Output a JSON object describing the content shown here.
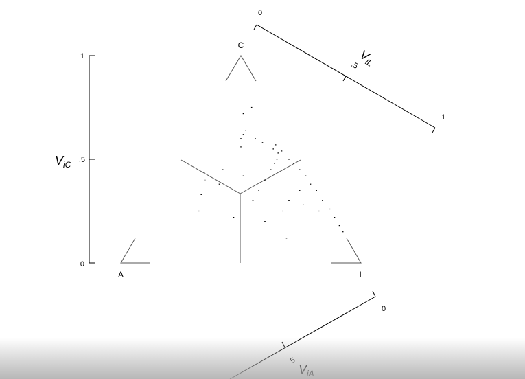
{
  "vertices": {
    "a": "A",
    "c": "C",
    "l": "L"
  },
  "axis_c": {
    "label_main": "V",
    "label_sub": "iC",
    "tick_0": "0",
    "tick_half": ".5",
    "tick_1": "1"
  },
  "axis_l": {
    "label_main": "V",
    "label_sub": "iL",
    "tick_0": "0",
    "tick_half": ".5",
    "tick_1": "1"
  },
  "axis_a": {
    "label_main": "V",
    "label_sub": "iA",
    "tick_0": "0",
    "tick_half": "5"
  },
  "chart_data": {
    "type": "scatter",
    "coordinates": "ternary",
    "components": [
      "A",
      "C",
      "L"
    ],
    "series": [
      {
        "values": [
          [
            0.09,
            0.55,
            0.36
          ],
          [
            0.07,
            0.57,
            0.36
          ],
          [
            0.08,
            0.53,
            0.39
          ],
          [
            0.06,
            0.54,
            0.4
          ],
          [
            0.05,
            0.5,
            0.45
          ],
          [
            0.04,
            0.48,
            0.48
          ],
          [
            0.03,
            0.45,
            0.52
          ],
          [
            0.02,
            0.42,
            0.56
          ],
          [
            0.02,
            0.38,
            0.6
          ],
          [
            0.01,
            0.35,
            0.64
          ],
          [
            0.01,
            0.3,
            0.69
          ],
          [
            0.0,
            0.26,
            0.74
          ],
          [
            0.0,
            0.22,
            0.78
          ],
          [
            0.0,
            0.18,
            0.82
          ],
          [
            0.0,
            0.15,
            0.85
          ],
          [
            0.12,
            0.58,
            0.3
          ],
          [
            0.14,
            0.6,
            0.26
          ],
          [
            0.18,
            0.62,
            0.2
          ],
          [
            0.16,
            0.64,
            0.2
          ],
          [
            0.2,
            0.6,
            0.2
          ],
          [
            0.22,
            0.56,
            0.22
          ],
          [
            0.1,
            0.5,
            0.4
          ],
          [
            0.12,
            0.48,
            0.4
          ],
          [
            0.15,
            0.45,
            0.4
          ],
          [
            0.2,
            0.4,
            0.4
          ],
          [
            0.25,
            0.35,
            0.4
          ],
          [
            0.3,
            0.3,
            0.4
          ],
          [
            0.28,
            0.42,
            0.3
          ],
          [
            0.35,
            0.45,
            0.2
          ],
          [
            0.4,
            0.38,
            0.22
          ],
          [
            0.45,
            0.4,
            0.15
          ],
          [
            0.5,
            0.33,
            0.17
          ],
          [
            0.55,
            0.25,
            0.2
          ],
          [
            0.42,
            0.22,
            0.36
          ],
          [
            0.3,
            0.2,
            0.5
          ],
          [
            0.2,
            0.25,
            0.55
          ],
          [
            0.15,
            0.3,
            0.55
          ],
          [
            0.08,
            0.35,
            0.57
          ],
          [
            0.1,
            0.28,
            0.62
          ],
          [
            0.05,
            0.25,
            0.7
          ],
          [
            0.25,
            0.12,
            0.63
          ],
          [
            0.13,
            0.72,
            0.15
          ],
          [
            0.08,
            0.75,
            0.17
          ]
        ]
      }
    ]
  }
}
